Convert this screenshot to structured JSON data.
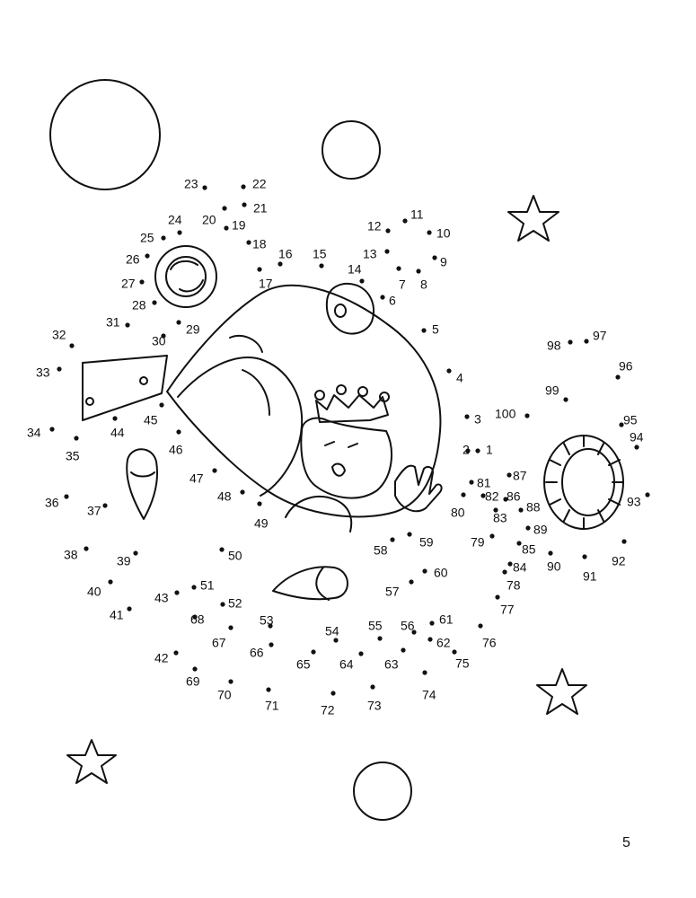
{
  "page_number": "5",
  "dot_labels": [
    "1",
    "2",
    "3",
    "4",
    "5",
    "6",
    "7",
    "8",
    "9",
    "10",
    "11",
    "12",
    "13",
    "14",
    "15",
    "16",
    "17",
    "18",
    "19",
    "20",
    "21",
    "22",
    "23",
    "24",
    "25",
    "26",
    "27",
    "28",
    "29",
    "30",
    "31",
    "32",
    "33",
    "34",
    "35",
    "36",
    "37",
    "38",
    "39",
    "40",
    "41",
    "42",
    "43",
    "44",
    "45",
    "46",
    "47",
    "48",
    "49",
    "50",
    "51",
    "52",
    "53",
    "54",
    "55",
    "56",
    "57",
    "58",
    "59",
    "60",
    "61",
    "62",
    "63",
    "64",
    "65",
    "66",
    "67",
    "68",
    "69",
    "70",
    "71",
    "72",
    "73",
    "74",
    "75",
    "76",
    "77",
    "78",
    "79",
    "80",
    "81",
    "82",
    "83",
    "84",
    "85",
    "86",
    "87",
    "88",
    "89",
    "90",
    "91",
    "92",
    "93",
    "94",
    "95",
    "96",
    "97",
    "98",
    "99",
    "100"
  ],
  "icons": [
    "planet-icon",
    "moon-icon",
    "star-icon",
    "astronaut-in-rocket-illustration"
  ]
}
